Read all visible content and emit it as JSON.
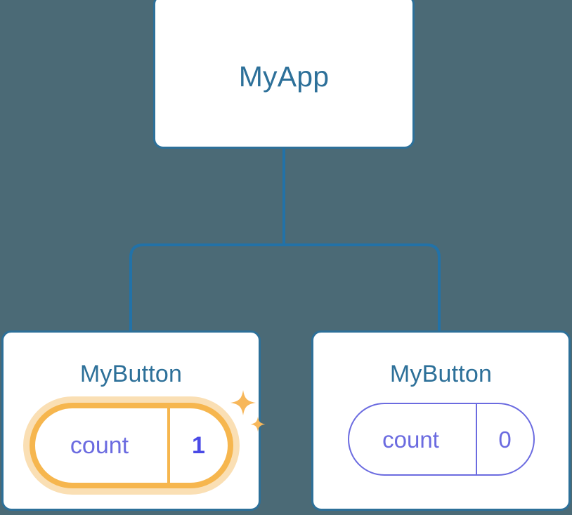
{
  "diagram": {
    "type": "component-tree",
    "background_color": "#4b6a76",
    "node_border_color": "#2d7099",
    "node_fill_color": "#ffffff",
    "connector_color": "#2272a8",
    "title_text_color": "#2d7099",
    "state_color": "#6b6be0",
    "highlight_color": "#f6b64e",
    "highlight_glow_color": "#fadfb4",
    "root": {
      "title": "MyApp"
    },
    "children": [
      {
        "title": "MyButton",
        "state": {
          "label": "count",
          "value": "1"
        },
        "highlighted": true,
        "sparkle_icon": "sparkles-icon"
      },
      {
        "title": "MyButton",
        "state": {
          "label": "count",
          "value": "0"
        },
        "highlighted": false,
        "sparkle_icon": "sparkles-icon"
      }
    ]
  }
}
